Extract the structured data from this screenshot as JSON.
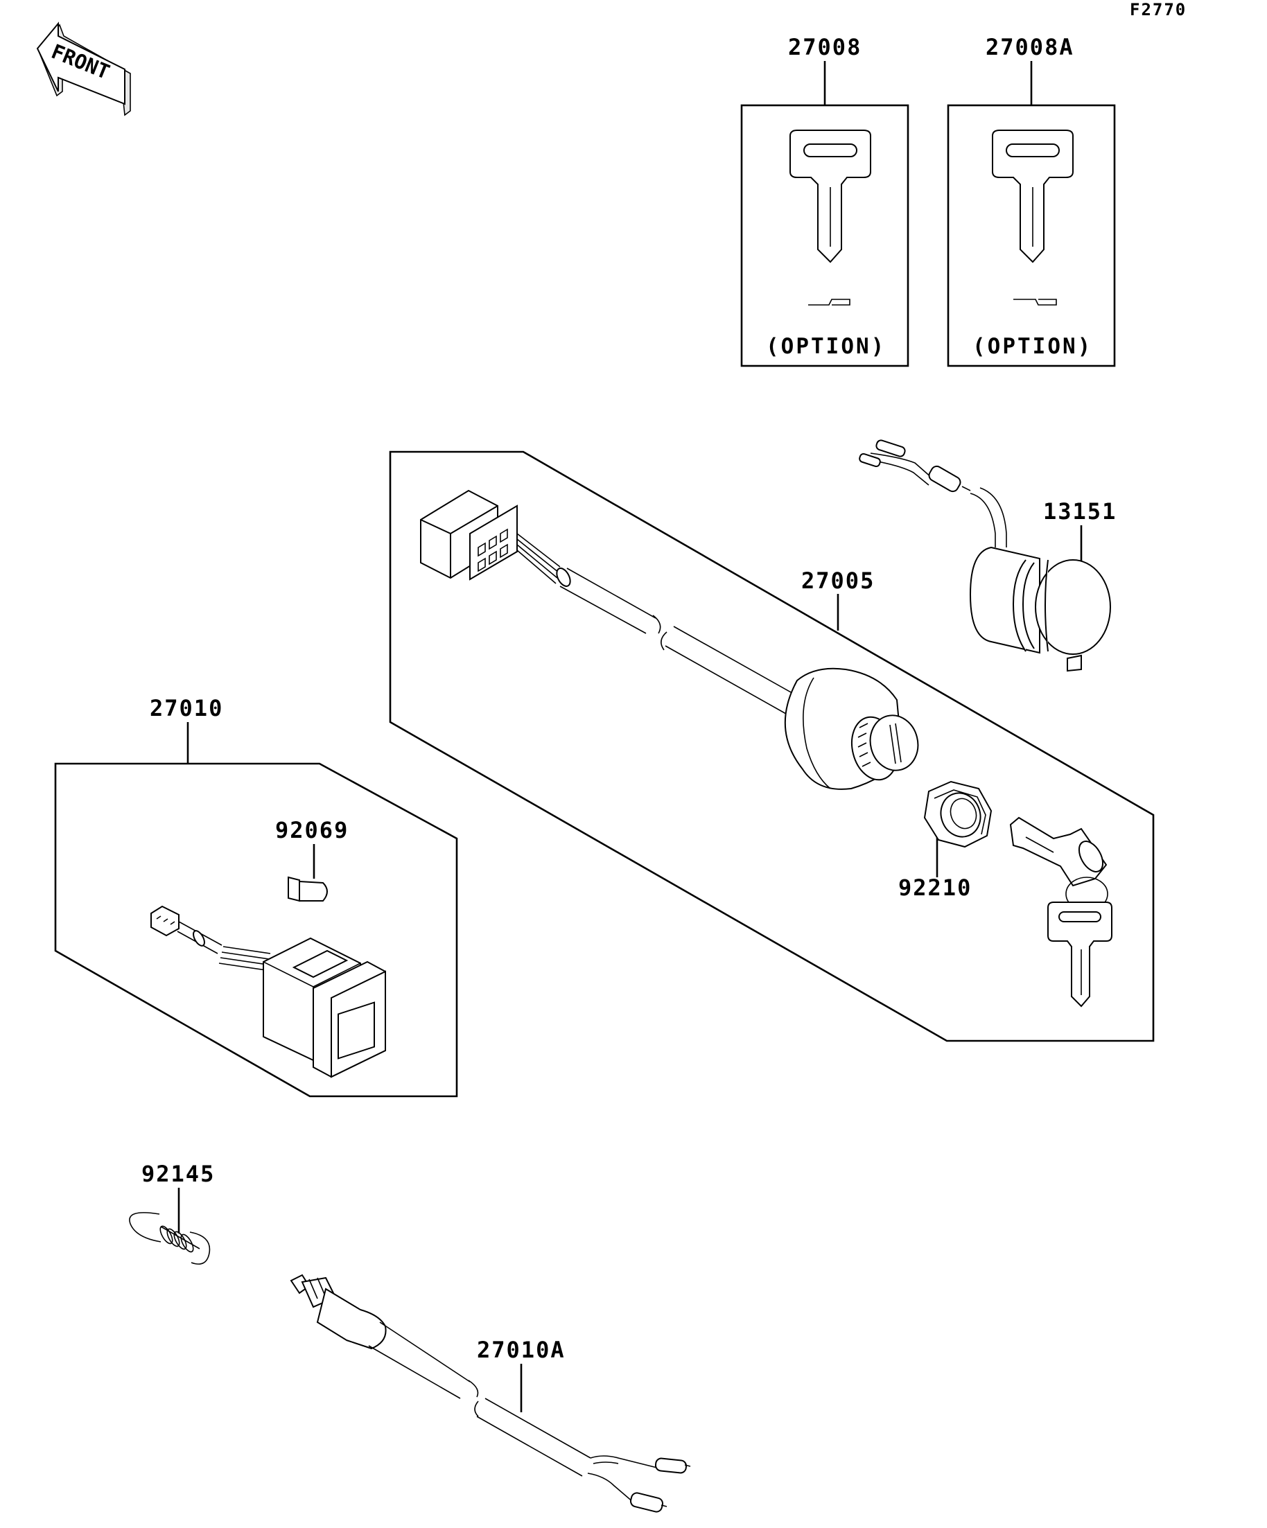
{
  "diagram": {
    "code": "F2770",
    "direction_label": "FRONT",
    "parts": {
      "p27008": "27008",
      "p27008a": "27008A",
      "p27005": "27005",
      "p13151": "13151",
      "p92210": "92210",
      "p27010": "27010",
      "p92069": "92069",
      "p92145": "92145",
      "p27010a": "27010A"
    },
    "option_label": "(OPTION)"
  }
}
